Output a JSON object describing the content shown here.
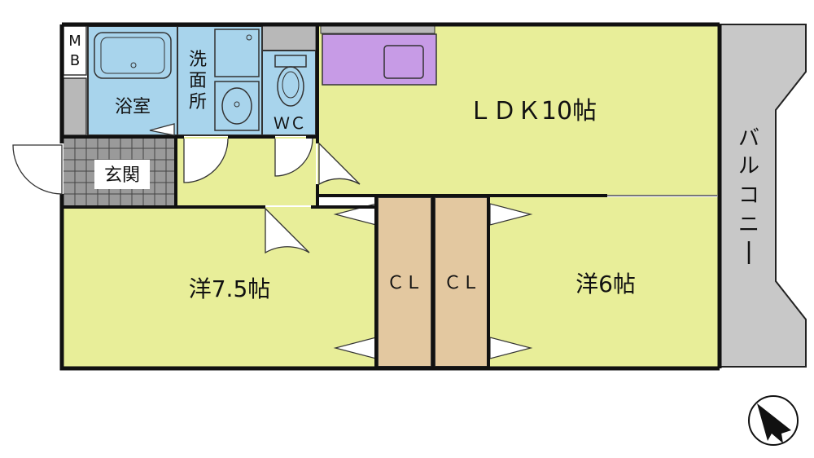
{
  "rooms": {
    "mb": {
      "line1": "M",
      "line2": "B"
    },
    "bath": "浴室",
    "washroom": {
      "line1": "洗",
      "line2": "面",
      "line3": "所"
    },
    "wc": "ＷＣ",
    "ldk": "ＬＤＫ10帖",
    "entrance": "玄関",
    "western_a": "洋7.5帖",
    "western_b": "洋6帖",
    "closet_a": "ＣＬ",
    "closet_b": "ＣＬ",
    "balcony": {
      "line1": "バ",
      "line2": "ル",
      "line3": "コ",
      "line4": "ニ",
      "line5": "ー"
    }
  },
  "colors": {
    "room_fill": "#e8ee99",
    "wet_fill": "#a8d4ec",
    "kitchen_fill": "#c79be6",
    "closet_fill": "#e3c8a0",
    "balcony_fill": "#c8c8c8",
    "storage_fill": "#b8b8b8",
    "wall": "#111111"
  },
  "compass": {
    "icon": "north-arrow-icon"
  }
}
